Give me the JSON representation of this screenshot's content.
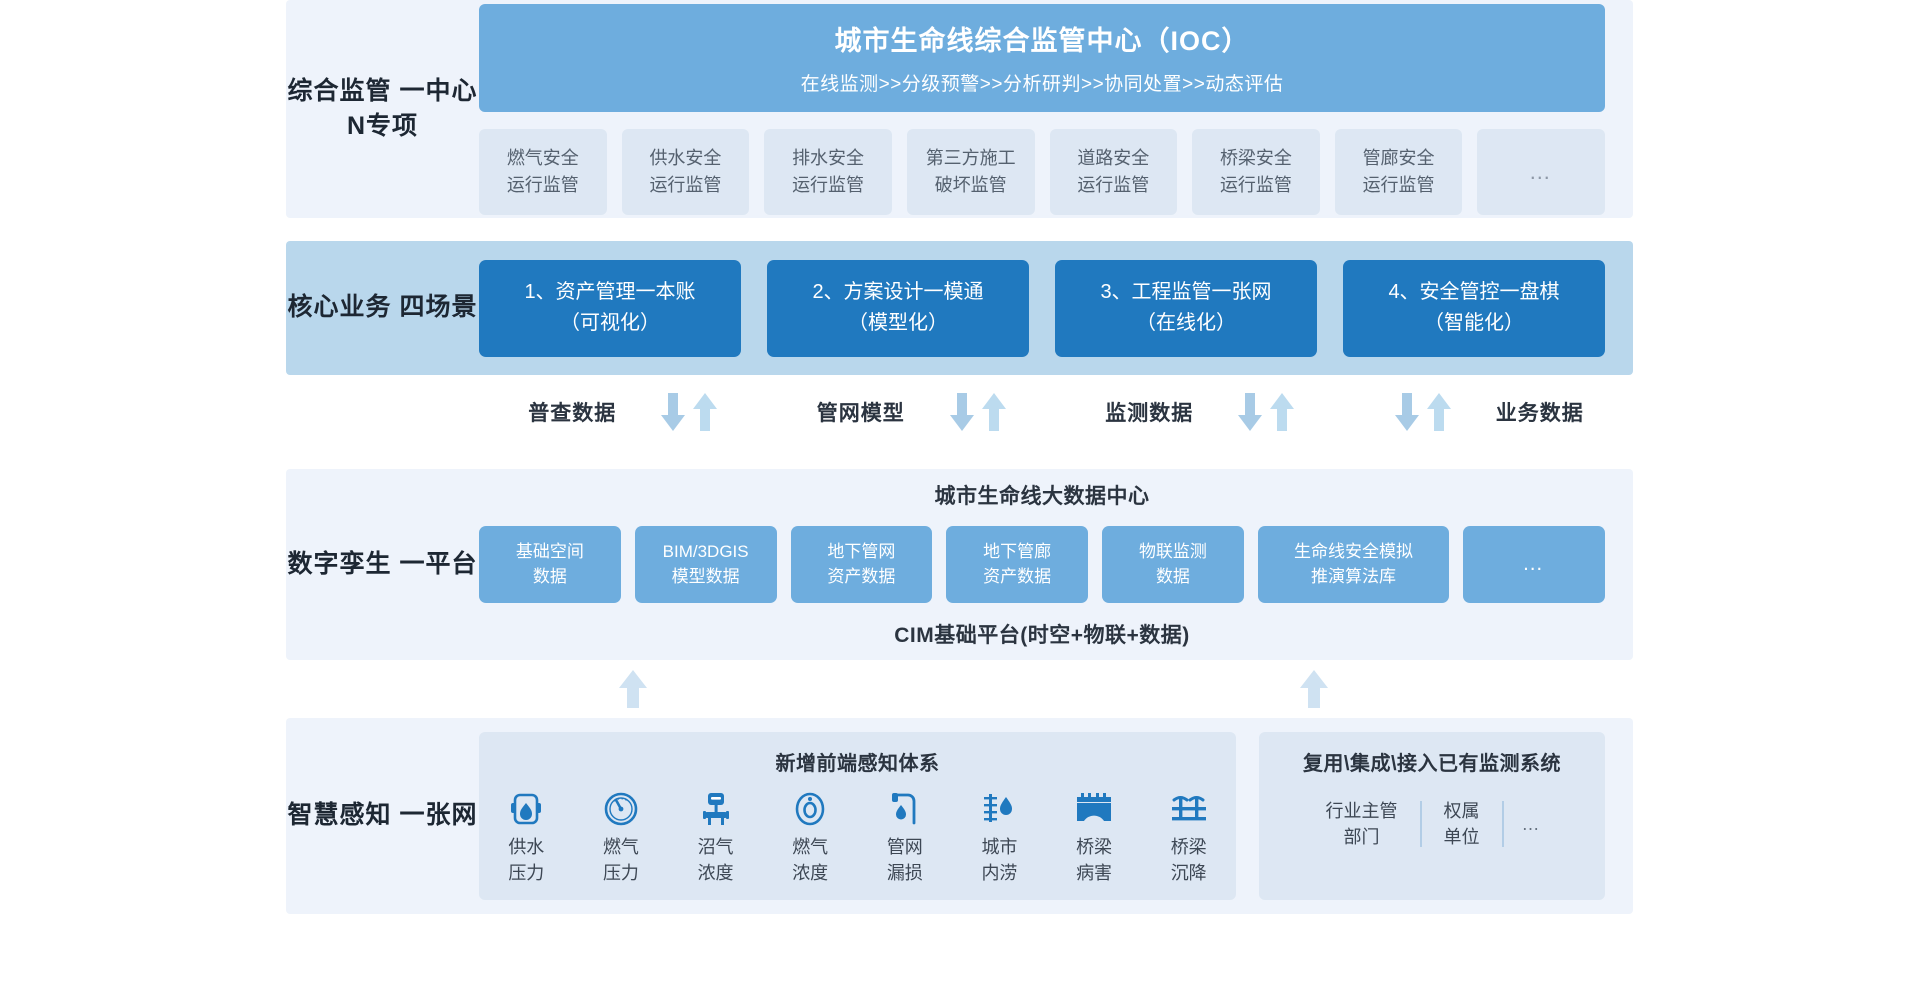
{
  "sections": {
    "ioc": {
      "label": "综合监管\n一中心\nN专项",
      "banner": {
        "title": "城市生命线综合监管中心（IOC）",
        "subtitle": "在线监测>>分级预警>>分析研判>>协同处置>>动态评估",
        "color": "#6eadde"
      },
      "cards": [
        "燃气安全\n运行监管",
        "供水安全\n运行监管",
        "排水安全\n运行监管",
        "第三方施工\n破坏监管",
        "道路安全\n运行监管",
        "桥梁安全\n运行监管",
        "管廊安全\n运行监管",
        "…"
      ]
    },
    "core": {
      "label": "核心业务\n四场景",
      "band_color": "#b9d7ec",
      "card_color": "#2079bf",
      "cards": [
        {
          "title": "1、资产管理一本账",
          "sub": "（可视化）"
        },
        {
          "title": "2、方案设计一模通",
          "sub": "（模型化）"
        },
        {
          "title": "3、工程监管一张网",
          "sub": "（在线化）"
        },
        {
          "title": "4、安全管控一盘棋",
          "sub": "（智能化）"
        }
      ]
    },
    "flow": {
      "labels": [
        "普查数据",
        "管网模型",
        "监测数据",
        "业务数据"
      ],
      "arrow_down_color": "#a8cbe6",
      "arrow_up_color": "#b9d9ef"
    },
    "twin": {
      "label": "数字孪生\n一平台",
      "top_title": "城市生命线大数据中心",
      "bottom_title": "CIM基础平台(时空+物联+数据)",
      "card_color": "#6eadde",
      "cards": [
        "基础空间\n数据",
        "BIM/3DGIS\n模型数据",
        "地下管网\n资产数据",
        "地下管廊\n资产数据",
        "物联监测\n数据",
        "生命线安全模拟\n推演算法库",
        "…"
      ]
    },
    "sense": {
      "label": "智慧感知\n一张网",
      "new_panel": {
        "title": "新增前端感知体系",
        "sensors": [
          {
            "icon": "water-pressure-icon",
            "label": "供水\n压力"
          },
          {
            "icon": "gas-pressure-gauge-icon",
            "label": "燃气\n压力"
          },
          {
            "icon": "biogas-concentration-icon",
            "label": "沼气\n浓度"
          },
          {
            "icon": "gas-concentration-icon",
            "label": "燃气\n浓度"
          },
          {
            "icon": "pipe-leakage-icon",
            "label": "管网\n漏损"
          },
          {
            "icon": "urban-waterlogging-icon",
            "label": "城市\n内涝"
          },
          {
            "icon": "bridge-damage-icon",
            "label": "桥梁\n病害"
          },
          {
            "icon": "bridge-settlement-icon",
            "label": "桥梁\n沉降"
          }
        ]
      },
      "existing_panel": {
        "title": "复用\\集成\\接入已有监测系统",
        "owners": [
          "行业主管\n部门",
          "权属\n单位",
          "…"
        ]
      }
    }
  }
}
